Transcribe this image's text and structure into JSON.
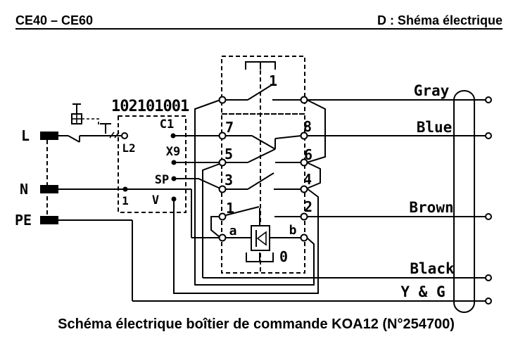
{
  "page": {
    "header_left": "CE40 – CE60",
    "header_right": "D : Shéma électrique",
    "caption": "Schéma électrique boîtier de commande KOA12 (N°254700)"
  },
  "diagram": {
    "ref_number": "102101001",
    "terminals": {
      "live": "L",
      "neutral": "N",
      "earth": "PE"
    },
    "box_terminals": {
      "l2": "L2",
      "c1": "C1",
      "x9": "X9",
      "sp": "SP",
      "v": "V",
      "n1": "1"
    },
    "switch_positions": {
      "on": "1",
      "off": "0"
    },
    "contacts": {
      "c7": "7",
      "c8": "8",
      "c5": "5",
      "c6": "6",
      "c3": "3",
      "c4": "4",
      "c1": "1",
      "c2": "2",
      "ca": "a",
      "cb": "b"
    },
    "wires": {
      "gray": "Gray",
      "blue": "Blue",
      "brown": "Brown",
      "black": "Black",
      "yellow_green": "Y & G"
    },
    "colors": {
      "line": "#000000",
      "background": "#ffffff"
    }
  }
}
